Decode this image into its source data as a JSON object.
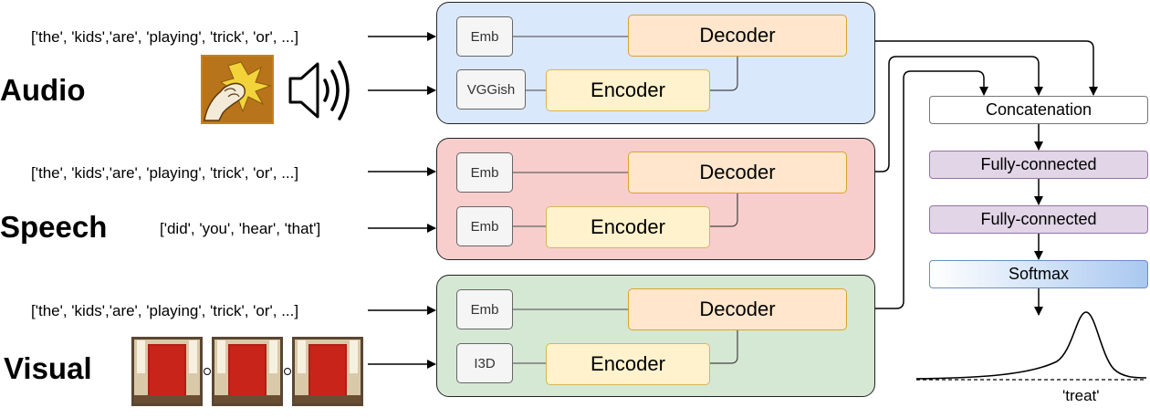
{
  "modalities": [
    {
      "name": "Audio",
      "sequence": "['the', 'kids','are', 'playing', 'trick', 'or', ...]",
      "embed_label": "Emb",
      "feature_label": "VGGish",
      "decoder_label": "Decoder",
      "encoder_label": "Encoder"
    },
    {
      "name": "Speech",
      "sequence": "['the', 'kids','are', 'playing', 'trick', 'or', ...]",
      "speech_input": "['did', 'you', 'hear', 'that']",
      "embed_label": "Emb",
      "feature_label": "Emb",
      "decoder_label": "Decoder",
      "encoder_label": "Encoder"
    },
    {
      "name": "Visual",
      "sequence": "['the', 'kids','are', 'playing', 'trick', 'or', ...]",
      "embed_label": "Emb",
      "feature_label": "I3D",
      "decoder_label": "Decoder",
      "encoder_label": "Encoder"
    }
  ],
  "fusion": {
    "concat_label": "Concatenation",
    "fc1_label": "Fully-connected",
    "fc2_label": "Fully-connected",
    "softmax_label": "Softmax",
    "output_label": "'treat'"
  },
  "colors": {
    "audio_panel": "#dae8fc",
    "speech_panel": "#f8cecc",
    "visual_panel": "#d5e8d4",
    "decoder": "#ffe6cc",
    "encoder": "#fff2cc",
    "fully_connected": "#e1d5e7",
    "softmax": "#a9c8f0"
  },
  "icons": [
    "knocking-fist-icon",
    "speaker-icon",
    "red-door-frame-image"
  ]
}
